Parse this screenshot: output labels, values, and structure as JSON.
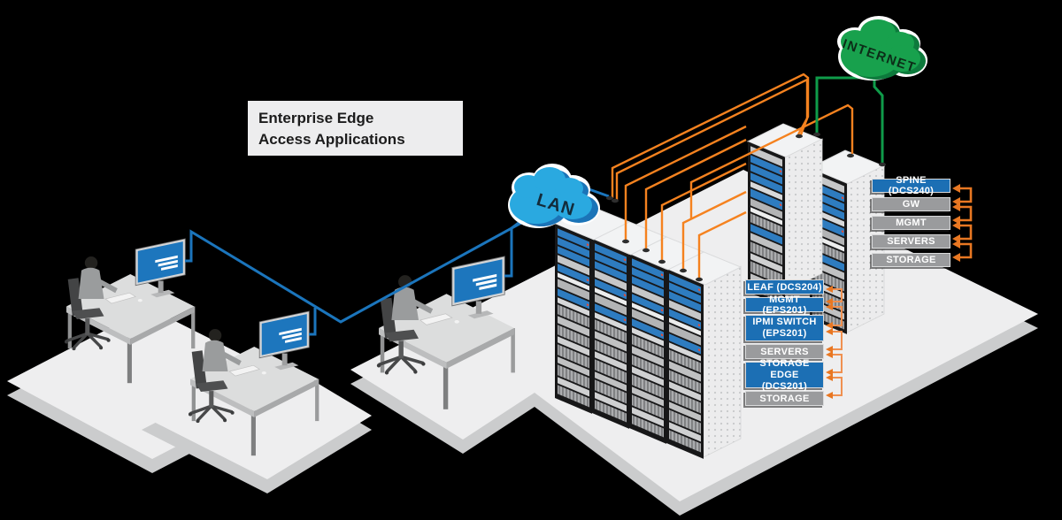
{
  "title": {
    "line1": "Enterprise Edge",
    "line2": "Access Applications"
  },
  "clouds": {
    "lan": {
      "label": "LAN",
      "color": "#2aa9e0",
      "shade": "#1b74b8"
    },
    "internet": {
      "label": "INTERNET",
      "color": "#18a14d",
      "shade": "#0d7a3c"
    }
  },
  "spine_stack": {
    "items": [
      {
        "label": "SPINE (DCS240)",
        "style": "blue"
      },
      {
        "label": "GW",
        "style": "gray"
      },
      {
        "label": "MGMT",
        "style": "gray"
      },
      {
        "label": "SERVERS",
        "style": "gray"
      },
      {
        "label": "STORAGE",
        "style": "gray"
      }
    ]
  },
  "leaf_stack": {
    "items": [
      {
        "label": "LEAF (DCS204)",
        "style": "blue"
      },
      {
        "label": "MGMT (EPS201)",
        "style": "blue"
      },
      {
        "label": "IPMI SWITCH (EPS201)",
        "style": "blue"
      },
      {
        "label": "SERVERS",
        "style": "gray"
      },
      {
        "label": "STORAGE EDGE (DCS201)",
        "style": "blue"
      },
      {
        "label": "STORAGE",
        "style": "gray"
      }
    ]
  },
  "colors": {
    "line_blue": "#1b75bc",
    "line_orange": "#f5821f",
    "line_green": "#0f9b4a",
    "label_blue": "#1c6fb4",
    "label_gray": "#9a9b9d",
    "platform": "#eeeeef",
    "rack_panel_blue": "#2e7cc0"
  }
}
